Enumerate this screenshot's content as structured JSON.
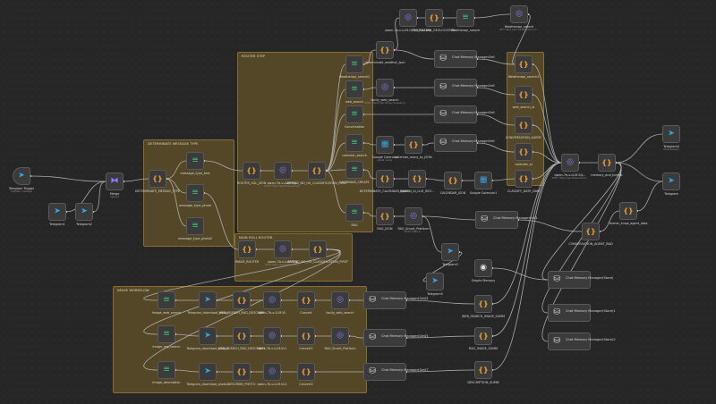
{
  "groups": [
    {
      "id": "g-determinate",
      "label": "DETERMINATE MESSAGE TYPE"
    },
    {
      "id": "g-router",
      "label": "ROUTER STEP"
    },
    {
      "id": "g-main",
      "label": "MAIN ROLL ROUTER"
    },
    {
      "id": "g-image",
      "label": "IMAGE WORKFLOW"
    },
    {
      "id": "g-right",
      "label": ""
    }
  ],
  "nodes": [
    {
      "id": "telegram-trigger",
      "label": "Telegram Trigger",
      "sub": "Updates: message",
      "icon": "tg"
    },
    {
      "id": "telegram1",
      "label": "Telegram1",
      "sub": "",
      "icon": "tg"
    },
    {
      "id": "telegram2",
      "label": "Telegram2",
      "sub": "",
      "icon": "tg"
    },
    {
      "id": "merge",
      "label": "Merge",
      "sub": "append",
      "icon": "merge"
    },
    {
      "id": "determinate-type",
      "label": "DETERMINATE_MESSAG_TYPE",
      "sub": "",
      "icon": "json"
    },
    {
      "id": "message-type-text",
      "label": "message_type_text",
      "sub": "",
      "icon": "fmt"
    },
    {
      "id": "message-type-photo",
      "label": "message_type_photo",
      "sub": "",
      "icon": "fmt"
    },
    {
      "id": "message-type-photo2",
      "label": "message_type_photo2",
      "sub": "",
      "icon": "fmt"
    },
    {
      "id": "router-sql",
      "label": "ROUTER_SQL_JSON",
      "sub": "",
      "icon": "json"
    },
    {
      "id": "qwen-router",
      "label": "qwen-7b-v-LLM-SQ...",
      "sub": "POST: https://api.fireworks.ai/i...",
      "icon": "globe"
    },
    {
      "id": "append-router",
      "label": "APPEND_NO_HU_CLASSIFICATION_FIRST",
      "sub": "",
      "icon": "json"
    },
    {
      "id": "image-router",
      "label": "IMAGE_ROUTER",
      "sub": "",
      "icon": "json"
    },
    {
      "id": "qwen-image-router",
      "label": "qwen-7b-v-LLM-SQL",
      "sub": "POST: https://api.fireworks.ai...",
      "icon": "globe"
    },
    {
      "id": "append-image",
      "label": "APPEND_NO_HU_CLASSIFICATION_FIRST",
      "sub": "",
      "icon": "json"
    },
    {
      "id": "weatherapi-search2",
      "label": "Weatherapi_search2",
      "sub": "",
      "icon": "fmt"
    },
    {
      "id": "web-search",
      "label": "web_search",
      "sub": "",
      "icon": "fmt"
    },
    {
      "id": "conversation",
      "label": "Conversation",
      "sub": "",
      "icon": "fmt"
    },
    {
      "id": "calendar-search",
      "label": "calendar_search",
      "sub": "",
      "icon": "fmt"
    },
    {
      "id": "calendar-create",
      "label": "CALENDAR_CREATE",
      "sub": "",
      "icon": "fmt"
    },
    {
      "id": "rag",
      "label": "RAG",
      "sub": "",
      "icon": "fmt"
    },
    {
      "id": "qwen-geo",
      "label": "qwen-7b-v-LLM-GEOLOCATION",
      "sub": "",
      "icon": "globe"
    },
    {
      "id": "geo-json",
      "label": "NO_FALLING_GEOLOCATION",
      "sub": "",
      "icon": "json"
    },
    {
      "id": "weatherapi-search",
      "label": "Weatherapi_search",
      "sub": "",
      "icon": "fmt"
    },
    {
      "id": "weatherapi-global",
      "label": "Weatherapi_search",
      "sub": "GET: https://api.weatherapi.com...",
      "icon": "globe"
    },
    {
      "id": "determinate-weather",
      "label": "determinate_weather_json",
      "sub": "",
      "icon": "json"
    },
    {
      "id": "tavily-web",
      "label": "tavily_web_search",
      "sub": "POST: https://api.tavily.com/search",
      "icon": "globe"
    },
    {
      "id": "google-calendar",
      "label": "Google Calendar",
      "sub": "getAll: event",
      "icon": "cal"
    },
    {
      "id": "calendar-many",
      "label": "calendar_many_to_JSON",
      "sub": "",
      "icon": "json"
    },
    {
      "id": "determinate-calendar",
      "label": "DETERMINATE_CALENDAR_PARSE",
      "sub": "",
      "icon": "json"
    },
    {
      "id": "append-calendar",
      "label": "Append_AI_LLM_GEO...",
      "sub": "",
      "icon": "json"
    },
    {
      "id": "calendar-json",
      "label": "CALENDAR_JSON",
      "sub": "",
      "icon": "json"
    },
    {
      "id": "google-calendar2",
      "label": "Google Calendar1",
      "sub": "",
      "icon": "cal"
    },
    {
      "id": "rag-json",
      "label": "RAG_JSON",
      "sub": "",
      "icon": "json"
    },
    {
      "id": "rag-smart",
      "label": "RAG_Smart_Platform",
      "sub": "POST: https://...",
      "icon": "globe"
    },
    {
      "id": "chat-mem-1",
      "label": "Chat Memory Manager2ell",
      "sub": "",
      "icon": "db"
    },
    {
      "id": "chat-mem-2",
      "label": "Chat Memory Manager2ell",
      "sub": "",
      "icon": "db"
    },
    {
      "id": "chat-mem-3",
      "label": "Chat Memory Manager2ell",
      "sub": "",
      "icon": "db"
    },
    {
      "id": "chat-mem-4",
      "label": "Chat Memory Manager2ell",
      "sub": "",
      "icon": "db"
    },
    {
      "id": "chat-mem-5",
      "label": "Chat Memory Manager2ell1",
      "sub": "",
      "icon": "db"
    },
    {
      "id": "weatherapi-search3",
      "label": "Weatherapi_search3",
      "sub": "",
      "icon": "json"
    },
    {
      "id": "web-search-ai",
      "label": "web_search_ai",
      "sub": "",
      "icon": "json"
    },
    {
      "id": "conversation-agent",
      "label": "CONVERSATION_AGENT",
      "sub": "",
      "icon": "json"
    },
    {
      "id": "calendar-ai",
      "label": "calendar_ai",
      "sub": "",
      "icon": "json"
    },
    {
      "id": "classify-date",
      "label": "CLASSIFY_DATE_DAM",
      "sub": "",
      "icon": "json"
    },
    {
      "id": "qwen-final",
      "label": "qwen-7b-v-LLM-SQ...",
      "sub": "POST: https://api.fireworks.ai/...",
      "icon": "globe"
    },
    {
      "id": "memory-and-format",
      "label": "memory_and_format",
      "sub": "",
      "icon": "json"
    },
    {
      "id": "telegram4",
      "label": "Telegram4",
      "sub": "(Deactivated)",
      "icon": "tg"
    },
    {
      "id": "telegram",
      "label": "Telegram",
      "sub": "",
      "icon": "tg"
    },
    {
      "id": "conversation-agent-bad",
      "label": "CONVERSATION_AGENT_BAD",
      "sub": "",
      "icon": "json"
    },
    {
      "id": "former-agent-data",
      "label": "former_know_agent_data",
      "sub": "",
      "icon": "json"
    },
    {
      "id": "telegram3",
      "label": "Telegram3",
      "sub": "",
      "icon": "tg"
    },
    {
      "id": "telegram5",
      "label": "Telegram5",
      "sub": "",
      "icon": "tg"
    },
    {
      "id": "simple-memory",
      "label": "Simple Memory",
      "sub": "",
      "icon": "mem"
    },
    {
      "id": "chat-mem-s1",
      "label": "Chat Memory Manager(Store)",
      "sub": "",
      "icon": "db"
    },
    {
      "id": "chat-mem-s2",
      "label": "Chat Memory Manager(Store)1",
      "sub": "",
      "icon": "db"
    },
    {
      "id": "chat-mem-s3",
      "label": "Chat Memory Manager(Store)2",
      "sub": "",
      "icon": "db"
    },
    {
      "id": "image-web-search",
      "label": "Image_web_search",
      "sub": "",
      "icon": "fmt"
    },
    {
      "id": "image-rag-search",
      "label": "Image_rag_search",
      "sub": "",
      "icon": "fmt"
    },
    {
      "id": "image-description",
      "label": "Image_description",
      "sub": "",
      "icon": "fmt"
    },
    {
      "id": "tg-download-1",
      "label": "Telegram_download_photo",
      "sub": "",
      "icon": "tg"
    },
    {
      "id": "tg-download-2",
      "label": "Telegram_download_photo1",
      "sub": "",
      "icon": "tg"
    },
    {
      "id": "tg-download-3",
      "label": "Telegram_download_photo2",
      "sub": "",
      "icon": "tg"
    },
    {
      "id": "web-search-rag-1",
      "label": "WEB_SEARCH_RAG_DESCRIBE",
      "sub": "",
      "icon": "json"
    },
    {
      "id": "web-search-rag-2",
      "label": "WEB_SEARCH_RAG_DESCRIBE1",
      "sub": "",
      "icon": "json"
    },
    {
      "id": "describe-photo",
      "label": "DESCRIBE_PHOTO",
      "sub": "",
      "icon": "json"
    },
    {
      "id": "qwen-vl-1",
      "label": "qwen-7b-v-LLM-VL",
      "sub": "",
      "icon": "globe"
    },
    {
      "id": "qwen-vl-2",
      "label": "qwen-7b-v-LLM-VL1",
      "sub": "",
      "icon": "globe"
    },
    {
      "id": "qwen-vl-3",
      "label": "qwen-7b-v-LLM-VL2",
      "sub": "",
      "icon": "globe"
    },
    {
      "id": "convert-1",
      "label": "Convert",
      "sub": "",
      "icon": "json"
    },
    {
      "id": "convert-2",
      "label": "Convert1",
      "sub": "",
      "icon": "json"
    },
    {
      "id": "convert-3",
      "label": "Convert2",
      "sub": "",
      "icon": "json"
    },
    {
      "id": "tavily-web-search-img",
      "label": "tavily_web_search",
      "sub": "",
      "icon": "globe"
    },
    {
      "id": "rag-smart-img",
      "label": "RAG_Smart_Platform",
      "sub": "",
      "icon": "globe"
    },
    {
      "id": "chat-mem-6",
      "label": "Chat Memory Manager(Get)4",
      "sub": "",
      "icon": "db"
    },
    {
      "id": "chat-mem-7",
      "label": "Chat Memory Manager(Get)5",
      "sub": "",
      "icon": "db"
    },
    {
      "id": "chat-mem-8",
      "label": "Chat Memory Manager(Get)7",
      "sub": "",
      "icon": "db"
    },
    {
      "id": "web-search-image",
      "label": "WEB_SEARCH_IMAGE_SUMM",
      "sub": "",
      "icon": "json"
    },
    {
      "id": "rag-image-summ",
      "label": "RAG_IMAGE_SUMM",
      "sub": "",
      "icon": "json"
    },
    {
      "id": "description-summ",
      "label": "DESCRIPTION_SUMM",
      "sub": "",
      "icon": "json"
    }
  ],
  "colors": {
    "canvas": "#262626",
    "group": "#7a6228",
    "node": "#3b3b3b",
    "edge": "#bfbfbf",
    "json": "#f0a030",
    "globe": "#8c7dff",
    "telegram": "#35a7e8",
    "format": "#38c878"
  }
}
